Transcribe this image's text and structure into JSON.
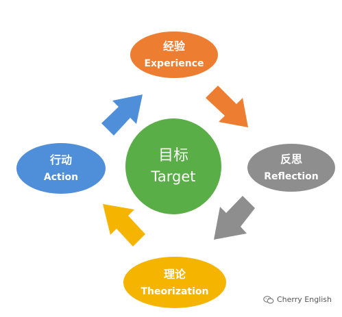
{
  "nodes": {
    "experience": {
      "zh": "经验",
      "en": "Experience",
      "color": "#ED7D31"
    },
    "reflection": {
      "zh": "反思",
      "en": "Reflection",
      "color": "#8E8E8E"
    },
    "theorization": {
      "zh": "理论",
      "en": "Theorization",
      "color": "#F4B400"
    },
    "action": {
      "zh": "行动",
      "en": "Action",
      "color": "#4F8ED8"
    },
    "target": {
      "zh": "目标",
      "en": "Target",
      "color": "#5AAE47"
    }
  },
  "arrows": [
    {
      "name": "arrow-experience-to-reflection",
      "color": "#ED7D31",
      "icon": "arrow-down-right-icon"
    },
    {
      "name": "arrow-reflection-to-theorization",
      "color": "#8E8E8E",
      "icon": "arrow-down-left-icon"
    },
    {
      "name": "arrow-theorization-to-action",
      "color": "#F4B400",
      "icon": "arrow-up-left-icon"
    },
    {
      "name": "arrow-action-to-experience",
      "color": "#4F8ED8",
      "icon": "arrow-up-right-icon"
    }
  ],
  "watermark": {
    "text": "Cherry English",
    "icon": "wechat-icon"
  }
}
